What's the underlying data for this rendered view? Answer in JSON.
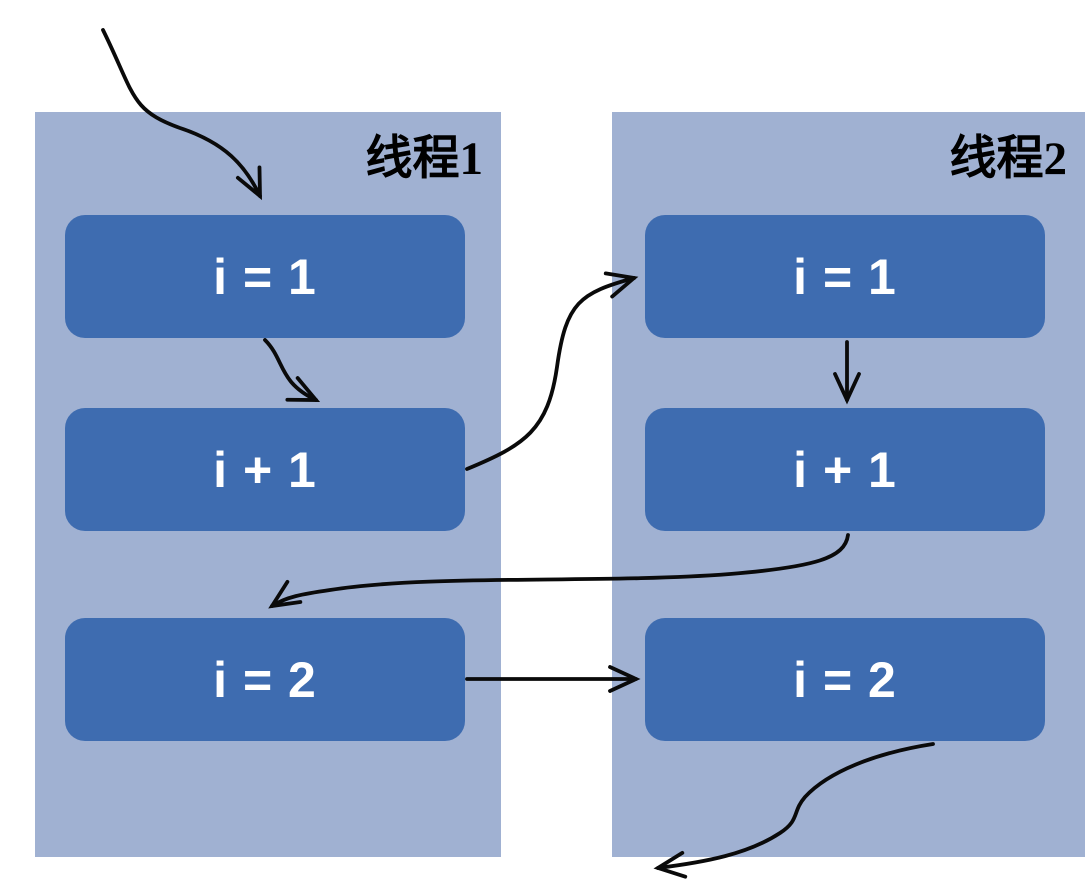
{
  "diagram": {
    "title": "race-condition-thread-diagram",
    "colors": {
      "page_bg": "#ffffff",
      "panel_fill": "#a0b1d2",
      "box_fill": "#3e6cb0",
      "box_text": "#ffffff",
      "title_text": "#000000",
      "arrow": "#0a0a0a"
    },
    "threads": [
      {
        "title": "线程1",
        "boxes": [
          "i = 1",
          "i + 1",
          "i = 2"
        ]
      },
      {
        "title": "线程2",
        "boxes": [
          "i = 1",
          "i + 1",
          "i = 2"
        ]
      }
    ],
    "arrows": [
      {
        "name": "entry",
        "from": "outside-top-left",
        "to": "thread1 i = 1"
      },
      {
        "name": "step",
        "from": "thread1 i = 1",
        "to": "thread1 i + 1"
      },
      {
        "name": "cross1",
        "from": "thread1 i + 1",
        "to": "thread2 i = 1"
      },
      {
        "name": "step2",
        "from": "thread2 i = 1",
        "to": "thread2 i + 1"
      },
      {
        "name": "cross2",
        "from": "thread2 i + 1",
        "to": "thread1 i = 2"
      },
      {
        "name": "cross3",
        "from": "thread1 i = 2",
        "to": "thread2 i = 2"
      },
      {
        "name": "exit",
        "from": "thread2 i = 2",
        "to": "outside-bottom"
      }
    ]
  }
}
